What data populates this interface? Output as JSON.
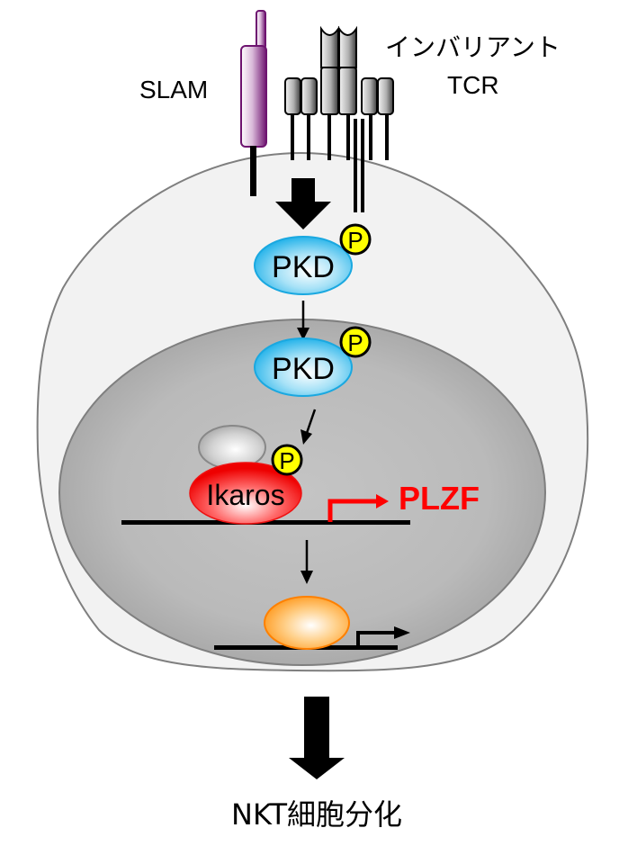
{
  "diagram": {
    "labels": {
      "slam": "SLAM",
      "tcr_line1": "インバリアント",
      "tcr_line2": "TCR",
      "pkd_cytoplasm": "PKD",
      "pkd_nucleus": "PKD",
      "phospho_1": "P",
      "phospho_2": "P",
      "phospho_3": "P",
      "ikaros": "Ikaros",
      "plzf": "PLZF",
      "outcome": "NKT細胞分化"
    },
    "colors": {
      "cell_fill": "#f2f2f2",
      "cell_stroke": "#808080",
      "nucleus_fill": "#bdbdbd",
      "slam_purple": "#7a1a7a",
      "pkd_blue": "#1fb0e6",
      "phospho_yellow": "#ffff00",
      "ikaros_red": "#ff0000",
      "plzf_red": "#ff0000",
      "target_orange": "#ff8c1a",
      "partner_grey": "#9a9a9a"
    },
    "nodes": [
      {
        "id": "slam",
        "label": "SLAM",
        "type": "receptor"
      },
      {
        "id": "itcr",
        "label": "インバリアント TCR",
        "type": "receptor"
      },
      {
        "id": "pkd_c",
        "label": "PKD",
        "type": "kinase",
        "phosphorylated": true,
        "location": "cytoplasm"
      },
      {
        "id": "pkd_n",
        "label": "PKD",
        "type": "kinase",
        "phosphorylated": true,
        "location": "nucleus"
      },
      {
        "id": "partner",
        "label": "",
        "type": "protein",
        "location": "nucleus"
      },
      {
        "id": "ikaros",
        "label": "Ikaros",
        "type": "transcription-factor",
        "phosphorylated": true,
        "location": "nucleus"
      },
      {
        "id": "plzf",
        "label": "PLZF",
        "type": "gene",
        "location": "nucleus"
      },
      {
        "id": "target",
        "label": "",
        "type": "transcription-factor",
        "location": "nucleus"
      },
      {
        "id": "nkt",
        "label": "NKT細胞分化",
        "type": "outcome"
      }
    ],
    "edges": [
      {
        "from": "slam+itcr",
        "to": "pkd_c",
        "kind": "activation-strong"
      },
      {
        "from": "pkd_c",
        "to": "pkd_n",
        "kind": "translocation"
      },
      {
        "from": "pkd_n",
        "to": "ikaros",
        "kind": "phosphorylation"
      },
      {
        "from": "ikaros",
        "to": "plzf",
        "kind": "transcription"
      },
      {
        "from": "plzf",
        "to": "target",
        "kind": "activation"
      },
      {
        "from": "target",
        "to": "nkt",
        "kind": "activation-strong"
      }
    ]
  }
}
